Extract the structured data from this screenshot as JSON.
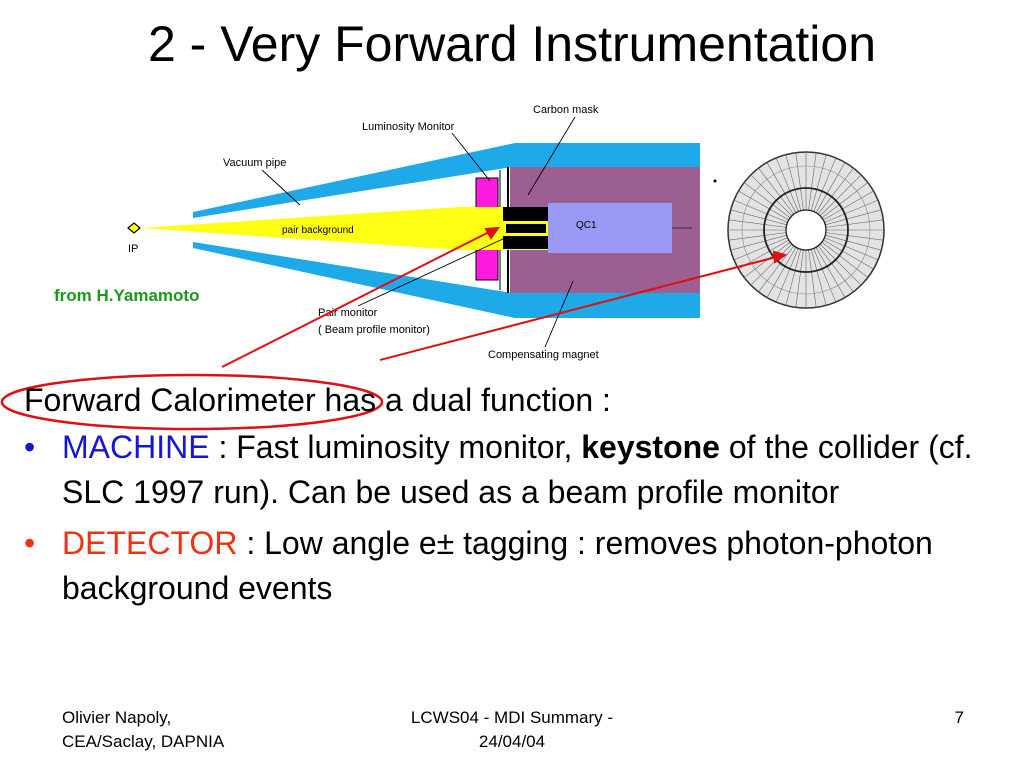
{
  "slide": {
    "title": "2 - Very Forward Instrumentation",
    "credit": "from H.Yamamoto"
  },
  "diagram": {
    "labels": {
      "carbon_mask": "Carbon mask",
      "luminosity_monitor": "Luminosity Monitor",
      "vacuum_pipe": "Vacuum pipe",
      "pair_background": "pair background",
      "qc1": "QC1",
      "ip": "IP",
      "pair_monitor": "Pair monitor",
      "beam_profile_monitor": "( Beam profile monitor)",
      "compensating_magnet": "Compensating magnet"
    },
    "colors": {
      "vacuum_pipe": "#1ea9e8",
      "pair_background": "#ffff14",
      "luminosity_monitor": "#ff1adf",
      "compensating_magnet": "#9c5f92",
      "qc1": "#9a9af6",
      "arrow": "#e01010"
    }
  },
  "body": {
    "intro": "Forward Calorimeter has a dual function :",
    "bullet_symbol": "•",
    "bullet1": {
      "keyword": "MACHINE",
      "text_a": " : Fast luminosity monitor, ",
      "bold": "keystone",
      "text_b": " of the collider (cf. SLC 1997 run). Can be used as a beam profile monitor"
    },
    "bullet2": {
      "keyword": "DETECTOR",
      "text": " : Low angle e± tagging : removes photon-photon background events"
    }
  },
  "footer": {
    "author_line1": "Olivier Napoly,",
    "author_line2": "CEA/Saclay, DAPNIA",
    "event_line1": "LCWS04 - MDI Summary -",
    "event_line2": "24/04/04",
    "page_number": "7"
  }
}
